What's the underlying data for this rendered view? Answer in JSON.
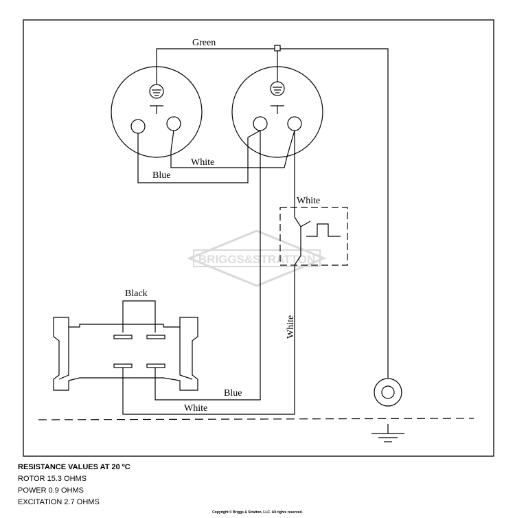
{
  "wire_labels": {
    "green": "Green",
    "white_top": "White",
    "blue_top": "Blue",
    "white_switch": "White",
    "black": "Black",
    "white_vertical": "White",
    "blue_bottom": "Blue",
    "white_bottom": "White"
  },
  "watermark": "BRIGGS&STRATTON",
  "resistance": {
    "heading": "RESISTANCE VALUES AT 20 ºC",
    "lines": [
      "ROTOR 15.3 OHMS",
      "POWER 0.9 OHMS",
      "EXCITATION 2.7 OHMS"
    ]
  },
  "copyright": "Copyright © Briggs & Stratton, LLC. All rights reserved.",
  "colors": {
    "line": "#000000",
    "watermark": "#d6d6d6",
    "background": "#ffffff"
  }
}
